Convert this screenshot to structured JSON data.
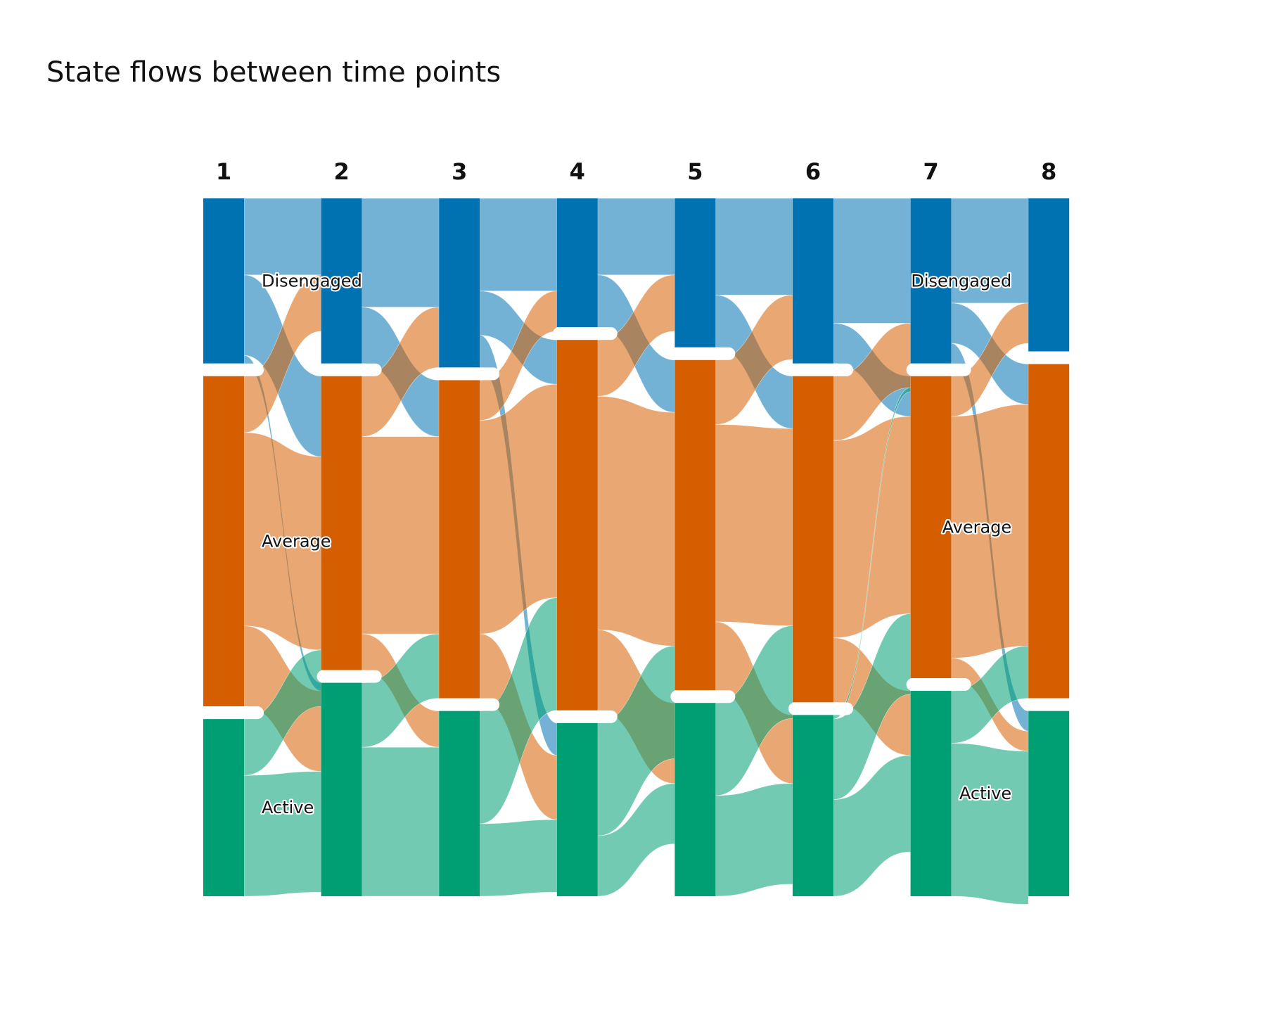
{
  "chart_data": {
    "type": "alluvial",
    "title": "State flows between time points",
    "time_points": [
      "1",
      "2",
      "3",
      "4",
      "5",
      "6",
      "7",
      "8"
    ],
    "states": [
      "Disengaged",
      "Average",
      "Active"
    ],
    "colors": {
      "Disengaged": "#0072b2",
      "Average": "#d55e00",
      "Active": "#009e73"
    },
    "node_totals": [
      [
        41,
        82,
        44
      ],
      [
        41,
        73,
        53
      ],
      [
        42,
        79,
        46
      ],
      [
        32,
        92,
        43
      ],
      [
        37,
        82,
        48
      ],
      [
        41,
        81,
        45
      ],
      [
        41,
        75,
        51
      ],
      [
        38,
        83,
        46
      ]
    ],
    "flows": [
      [
        [
          19,
          20,
          2
        ],
        [
          14,
          48,
          20
        ],
        [
          0,
          14,
          30
        ]
      ],
      [
        [
          27,
          14,
          0
        ],
        [
          15,
          49,
          9
        ],
        [
          0,
          16,
          37
        ]
      ],
      [
        [
          23,
          11,
          8
        ],
        [
          10,
          53,
          16
        ],
        [
          0,
          28,
          18
        ]
      ],
      [
        [
          19,
          13,
          0
        ],
        [
          14,
          58,
          20
        ],
        [
          0,
          28,
          15
        ]
      ],
      [
        [
          24,
          13,
          0
        ],
        [
          16,
          49,
          17
        ],
        [
          0,
          23,
          25
        ]
      ],
      [
        [
          31,
          10,
          0
        ],
        [
          16,
          49,
          16
        ],
        [
          1,
          20,
          24
        ]
      ],
      [
        [
          26,
          10,
          5
        ],
        [
          10,
          60,
          5
        ],
        [
          0,
          13,
          38
        ]
      ]
    ],
    "state_labels": [
      {
        "text": "Disengaged",
        "time_index": 0,
        "state": "Disengaged"
      },
      {
        "text": "Average",
        "time_index": 0,
        "state": "Average"
      },
      {
        "text": "Active",
        "time_index": 0,
        "state": "Active"
      },
      {
        "text": "Disengaged",
        "time_index": 6,
        "state": "Disengaged"
      },
      {
        "text": "Average",
        "time_index": 6,
        "state": "Average"
      },
      {
        "text": "Active",
        "time_index": 6,
        "state": "Active"
      }
    ]
  }
}
